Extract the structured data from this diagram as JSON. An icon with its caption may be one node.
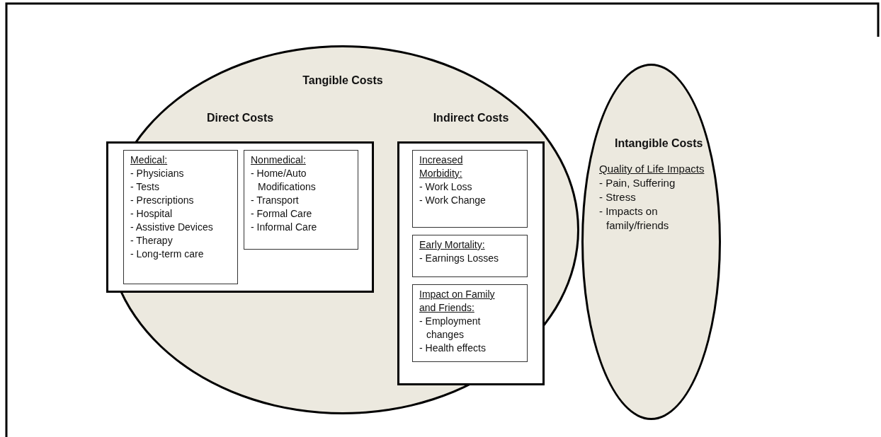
{
  "diagram": {
    "nodes": [
      {
        "text": [
          "Tangible Costs"
        ]
      },
      {
        "text": [
          "Direct Costs"
        ],
        "in": 0
      },
      {
        "text": [
          "Medical:",
          "- Physicians",
          "- Tests",
          "- Prescriptions",
          "- Hospital",
          "- Assistive Devices",
          "- Therapy",
          "- Long-term care"
        ],
        "in": 1
      },
      {
        "text": [
          "Nonmedical:",
          "- Home/Auto Modifications",
          "- Transport",
          "- Formal Care",
          "- Informal Care"
        ],
        "in": 1
      },
      {
        "text": [
          "Indirect Costs"
        ],
        "in": 0
      },
      {
        "text": [
          "Increased Morbidity:",
          "- Work Loss",
          "- Work Change"
        ],
        "in": 4
      },
      {
        "text": [
          "Early Mortality:",
          "- Earnings Losses"
        ],
        "in": 4
      },
      {
        "text": [
          "Impact on Family and Friends:",
          "- Employment changes",
          "- Health effects"
        ],
        "in": 4
      },
      {
        "text": [
          "Intangible Costs",
          "Quality of Life Impacts",
          "- Pain, Suffering",
          "- Stress",
          "- Impacts on family/friends"
        ]
      }
    ]
  }
}
